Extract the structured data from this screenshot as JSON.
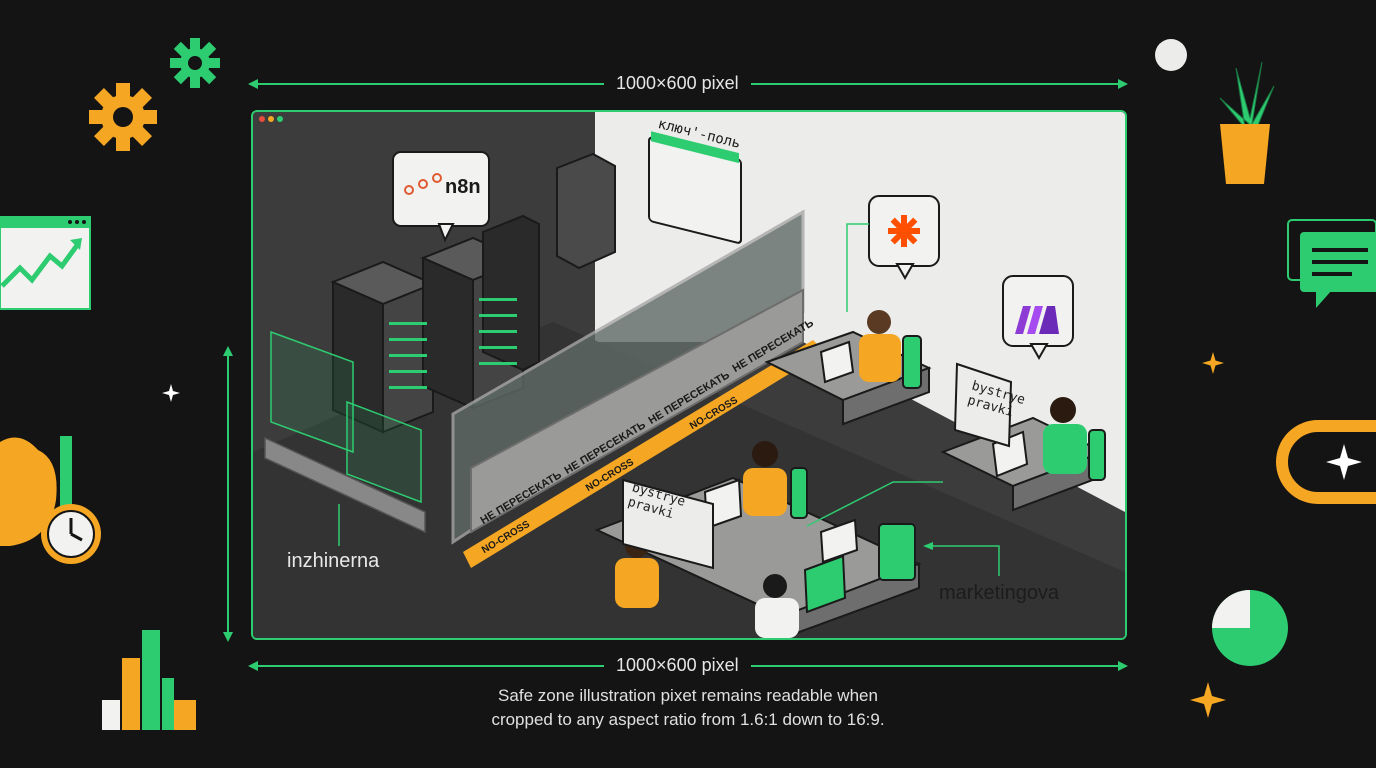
{
  "dimension_top": "1000×600 pixel",
  "dimension_bottom": "1000×600 pixel",
  "caption_line1": "Safe zone illustration pixet remains readable when",
  "caption_line2": "cropped to any aspect ratio from 1.6:1 down to 16:9.",
  "labels": {
    "engineering": "inzhinerna",
    "marketing": "marketingova",
    "key_field": "ключ'-поль",
    "n8n": "n8n",
    "sign_top": "bystrye pravki",
    "sign_left": "bystrye pravki"
  },
  "tape": {
    "no_cross_ru": "НЕ ПЕРЕСЕКАТЬ",
    "no_cross_en": "NO-CROSS"
  },
  "colors": {
    "background": "#141414",
    "accent_green": "#2ecc71",
    "accent_orange": "#f5a623",
    "floor": "#3a3a3a",
    "wall": "#ececea"
  },
  "icons": [
    "gear-icon",
    "trend-chart-icon",
    "clock-icon",
    "bar-chart-icon",
    "sparkle-icon",
    "chat-bubble-icon",
    "plant-icon",
    "pie-chart-icon",
    "toggle-icon",
    "n8n-logo",
    "zapier-logo",
    "make-logo"
  ]
}
